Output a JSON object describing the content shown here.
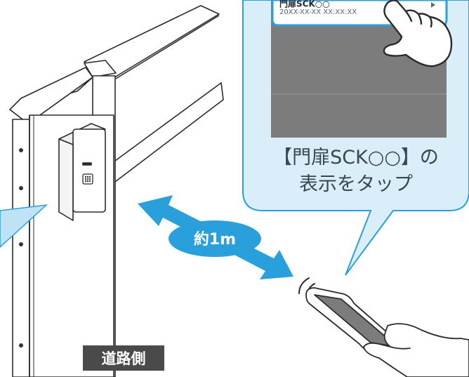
{
  "app_list": {
    "selected_item_title": "門扉SCK○○",
    "selected_item_timestamp": "20XX-XX-XX  XX:XX:XX"
  },
  "caption": {
    "line1": "【門扉SCK○○】の",
    "line2": "表示をタップ"
  },
  "distance_label": "約1m",
  "side_label": "道路側",
  "colors": {
    "accent_blue": "#29a0dc",
    "screen_gray": "#7c7c7c",
    "dark_label": "#4a4a4a"
  },
  "icons": {
    "hand": "pointing-hand-icon",
    "signal": "nfc-wave-icon",
    "arrow": "double-arrow-icon"
  }
}
